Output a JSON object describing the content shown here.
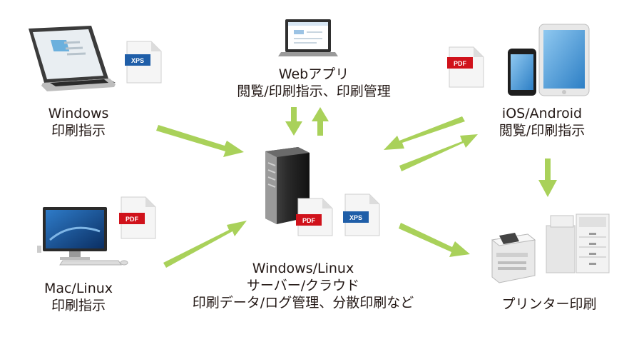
{
  "nodes": {
    "windows": {
      "line1": "Windows",
      "line2": "印刷指示",
      "doc_badge": "XPS",
      "icon": "laptop-icon"
    },
    "webapp": {
      "line1": "Webアプリ",
      "line2": "閲覧/印刷指示、印刷管理",
      "icon": "monitor-icon"
    },
    "ios_android": {
      "line1": "iOS/Android",
      "line2": "閲覧/印刷指示",
      "doc_badge": "PDF",
      "icon": "smartphone-tablet-icon"
    },
    "mac_linux": {
      "line1": "Mac/Linux",
      "line2": "印刷指示",
      "doc_badge": "PDF",
      "icon": "desktop-computer-icon"
    },
    "server": {
      "line1": "Windows/Linux",
      "line2": "サーバー/クラウド",
      "line3": "印刷データ/ログ管理、分散印刷など",
      "doc_badges": [
        "PDF",
        "XPS"
      ],
      "icon": "server-tower-icon"
    },
    "printer": {
      "line1": "プリンター印刷",
      "icon": "printer-icon"
    }
  },
  "colors": {
    "arrow": "#a9d15a",
    "xps_badge": "#1f5ea8",
    "pdf_badge": "#d0121b",
    "text": "#231815"
  }
}
